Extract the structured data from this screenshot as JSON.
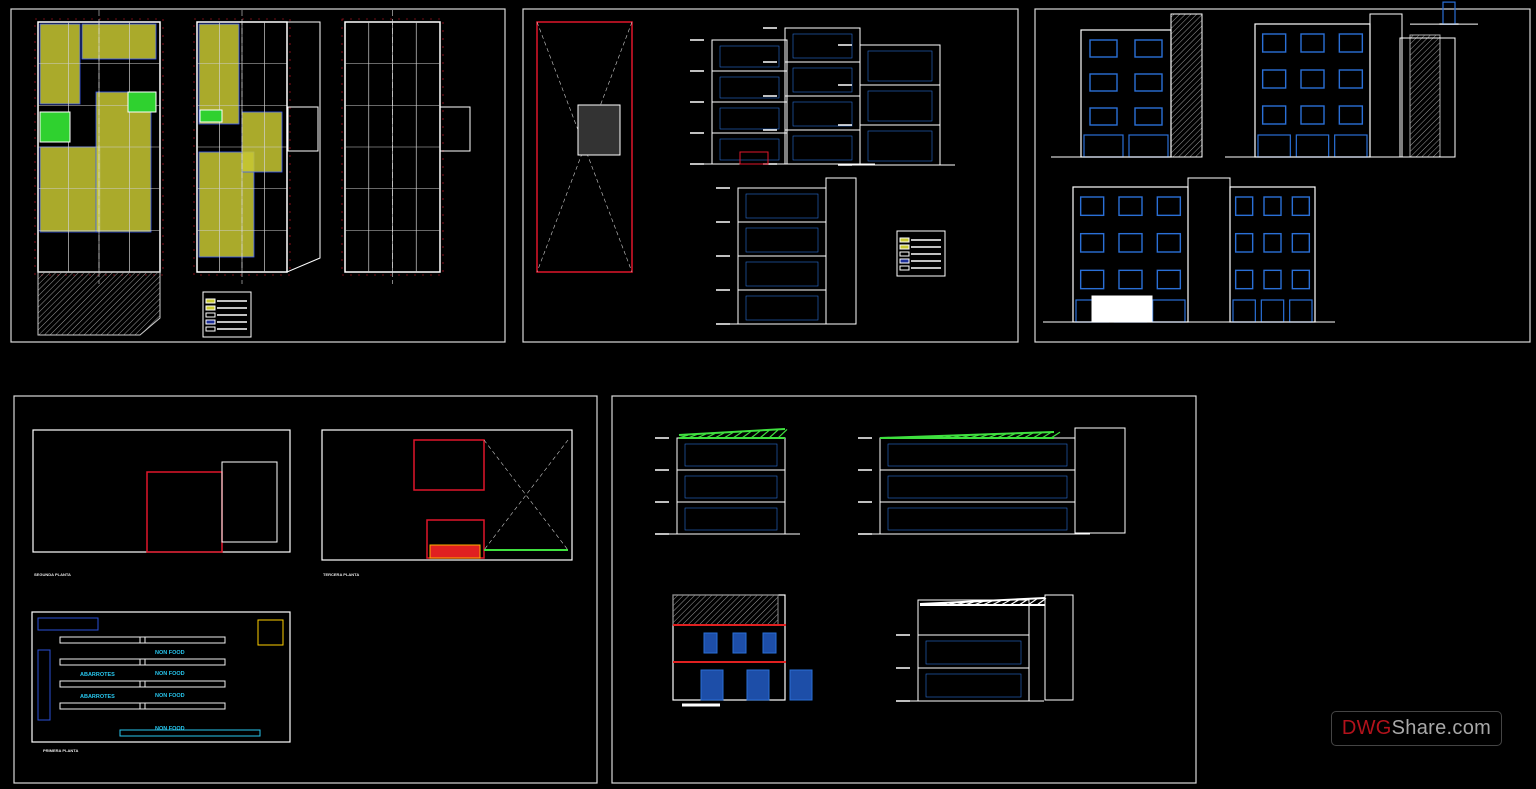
{
  "colors": {
    "background": "#000000",
    "frame": "#d8d8d8",
    "wall": "#ffffff",
    "dimension": "#e0162b",
    "window": "#2a6fd6",
    "fill_zone": "#c8c832",
    "truss": "#3fe03f",
    "text_room": "#27c6ee"
  },
  "sheet4": {
    "plan_labels": {
      "second": "SEGUNDA PLANTA",
      "third": "TERCERA PLANTA",
      "first": "PRIMERA PLANTA"
    },
    "rooms": {
      "non_food_1": "NON FOOD",
      "non_food_2": "NON FOOD",
      "non_food_3": "NON FOOD",
      "non_food_4": "NON FOOD",
      "abarrotes_1": "ABARROTES",
      "abarrotes_2": "ABARROTES"
    }
  },
  "watermark": {
    "part1": "DWG",
    "part2": "Share.com"
  }
}
